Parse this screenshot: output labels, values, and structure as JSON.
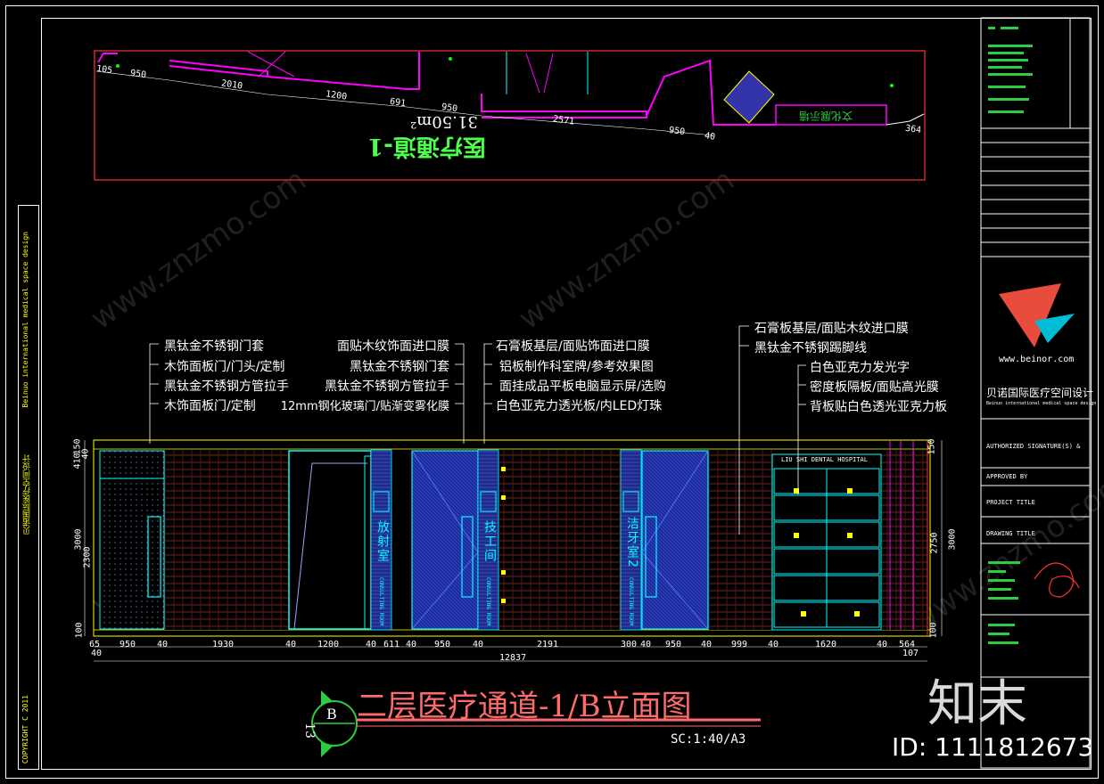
{
  "drawing": {
    "title": "二层医疗通道-1/B立面图",
    "scale": "SC:1:40/A3",
    "section_mark": {
      "letter": "B",
      "number": "13"
    }
  },
  "plan": {
    "label": "医疗通道-1",
    "area": "31.50m²",
    "sign_text": "文化展示墙",
    "dims": [
      "105",
      "950",
      "2010",
      "1200",
      "691",
      "950",
      "2571",
      "950",
      "40",
      "364"
    ]
  },
  "callouts_left": [
    "黑钛金不锈钢门套",
    "木饰面板门/门头/定制",
    "黑钛金不锈钢方管拉手",
    "木饰面板门/定制"
  ],
  "callouts_mid": [
    "面贴木纹饰面进口膜",
    "黑钛金不锈钢门套",
    "黑钛金不锈钢方管拉手",
    "12mm钢化玻璃门/贴渐变雾化膜"
  ],
  "callouts_center": [
    "石膏板基层/面贴饰面进口膜",
    "铝板制作科室牌/参考效果图",
    "面挂成品平板电脑显示屏/选购",
    "白色亚克力透光板/内LED灯珠"
  ],
  "callouts_right": [
    "石膏板基层/面贴木纹进口膜",
    "黑钛金不锈钢踢脚线",
    "白色亚克力发光字",
    "密度板隔板/面贴高光膜",
    "背板贴白色透光亚克力板"
  ],
  "signs": [
    {
      "cn": "放射室",
      "en": "CONSULTING ROOM"
    },
    {
      "cn": "技工间",
      "en": "CONSULTING ROOM"
    },
    {
      "cn": "洁牙室2",
      "en": "CONSULTING ROOM"
    }
  ],
  "display_header": "LIU SHI DENTAL HOSPITAL",
  "bottom_dims": [
    "65",
    "950",
    "40",
    "1930",
    "40",
    "1200",
    "40",
    "611",
    "40",
    "950",
    "40",
    "2191",
    "300",
    "40",
    "950",
    "40",
    "999",
    "40",
    "1620",
    "40",
    "564"
  ],
  "bottom_sub": [
    "40",
    "107"
  ],
  "total_dim": "12837",
  "left_dims": [
    "410",
    "150",
    "40",
    "3000",
    "2300",
    "100"
  ],
  "right_dims": [
    "150",
    "3000",
    "2750",
    "100"
  ],
  "titleblock": {
    "company_cn": "贝诺国际医疗空间设计",
    "company_en": "Beinuo international medical space design",
    "url": "www.beinor.com",
    "authorized": "AUTHORIZED SIGNATURE(S) &",
    "approved": "APPROVED BY",
    "project": "PROJECT TITLE",
    "drawing_title": "DRAWING TITLE"
  },
  "left_strip": {
    "en": "Beinuo international medical space design",
    "cn": "贝诺国际医疗空间设计",
    "copyright": "COPYRIGHT C 2011"
  },
  "watermark": {
    "site": "www.znzmo.com",
    "brand": "知末",
    "id": "ID: 1111812673"
  },
  "colors": {
    "frame": "#ffffff",
    "plan_border": "#ff3333",
    "wall": "#ff00ff",
    "glass": "#2233cc",
    "accent": "#00ffff",
    "title": "#ff6b6b",
    "leader": "#ffffff"
  }
}
